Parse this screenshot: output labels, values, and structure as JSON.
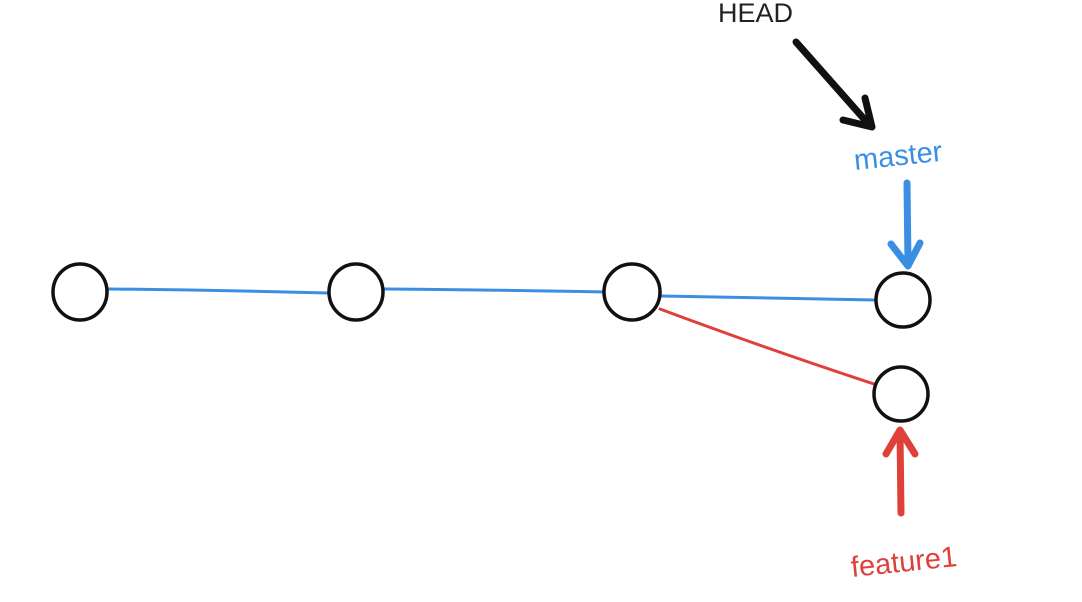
{
  "labels": {
    "head": "HEAD",
    "master": "master",
    "feature": "feature1"
  },
  "colors": {
    "master": "#3b8fe3",
    "feature": "#e0403a",
    "head": "#111111",
    "node_stroke": "#111111",
    "background": "#ffffff"
  }
}
